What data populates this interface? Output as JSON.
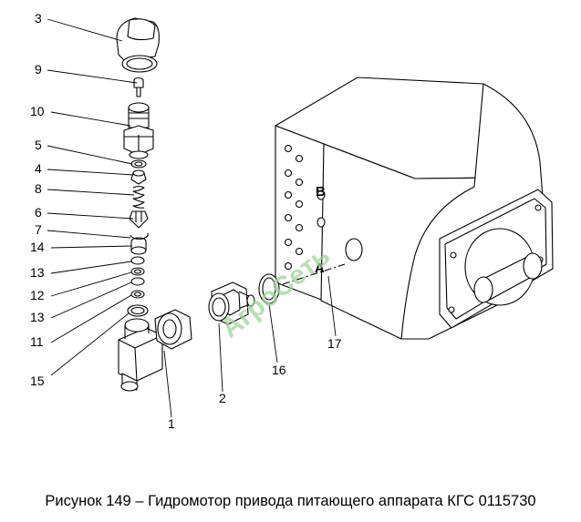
{
  "caption": "Рисунок 149 – Гидромотор привода питающего аппарата КГС 0115730",
  "watermark": "АгроСеть",
  "callouts": [
    "3",
    "9",
    "10",
    "5",
    "4",
    "8",
    "6",
    "7",
    "14",
    "13",
    "12",
    "13",
    "11",
    "15",
    "1",
    "2",
    "16",
    "17"
  ],
  "face_letters": [
    "В",
    "А"
  ],
  "colors": {
    "line": "#000000",
    "fill": "#ffffff",
    "watermark": "#7fc87a"
  }
}
